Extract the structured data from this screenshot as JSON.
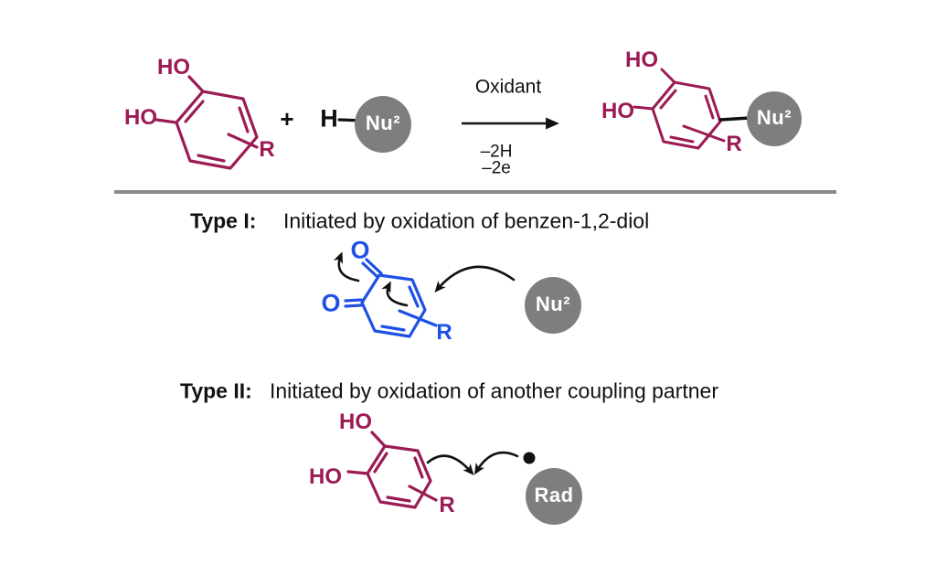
{
  "colors": {
    "structure_maroon": "#9B1B54",
    "quinone_blue": "#1E50E6",
    "circle_gray": "#7E7E7E",
    "divider_gray": "#8A8A8A",
    "ink_black": "#111111"
  },
  "top_scheme": {
    "reactant": {
      "oh_top": "HO",
      "oh_left": "HO",
      "substituent": "R"
    },
    "plus_sign": "+",
    "coupling_partner": {
      "h": "H",
      "nu": "Nu²"
    },
    "arrow": {
      "label_above": "Oxidant",
      "label_below_line1": "–2H",
      "label_below_line2": "–2e"
    },
    "product": {
      "oh_top": "HO",
      "oh_left": "HO",
      "substituent": "R",
      "nu": "Nu²"
    }
  },
  "type1": {
    "title": "Type I:",
    "description": "Initiated by oxidation of benzen-1,2-diol",
    "quinone": {
      "o_top": "O",
      "o_left": "O",
      "substituent": "R"
    },
    "nu": "Nu²"
  },
  "type2": {
    "title": "Type II:",
    "description": "Initiated by oxidation of another coupling partner",
    "catechol": {
      "oh_top": "HO",
      "oh_left": "HO",
      "substituent": "R"
    },
    "rad": "Rad"
  }
}
